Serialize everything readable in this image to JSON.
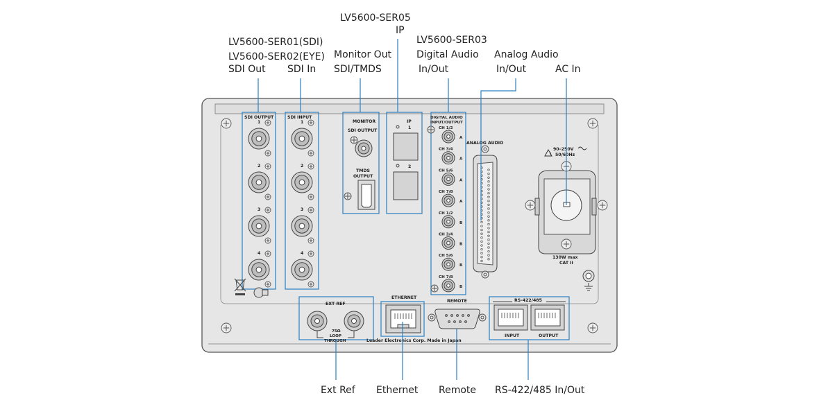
{
  "callouts": {
    "sdi_model_line1": "LV5600-SER01(SDI)",
    "sdi_model_line2": "LV5600-SER02(EYE)",
    "sdi_out": "SDI Out",
    "sdi_in": "SDI In",
    "monitor_out_line1": "Monitor Out",
    "monitor_out_line2": "SDI/TMDS",
    "ip_model": "LV5600-SER05",
    "ip": "IP",
    "digital_audio_model": "LV5600-SER03",
    "digital_audio_line1": "Digital Audio",
    "digital_audio_line2": "In/Out",
    "analog_audio_line1": "Analog Audio",
    "analog_audio_line2": "In/Out",
    "ac_in": "AC In",
    "ext_ref": "Ext Ref",
    "ethernet": "Ethernet",
    "remote": "Remote",
    "rs422": "RS-422/485 In/Out"
  },
  "panel": {
    "sdi_output": "SDI OUTPUT",
    "sdi_input": "SDI INPUT",
    "port_numbers": [
      "1",
      "2",
      "3",
      "4"
    ],
    "monitor": "MONITOR",
    "monitor_sdi_output": "SDI OUTPUT",
    "tmds_line1": "TMDS",
    "tmds_line2": "OUTPUT",
    "ip": "IP",
    "ip_port_1": "1",
    "ip_port_2": "2",
    "digital_audio_line1": "DIGITAL AUDIO",
    "digital_audio_line2": "INPUT/OUTPUT",
    "digital_channels": [
      {
        "ch": "CH 1/2",
        "bank": "A"
      },
      {
        "ch": "CH 3/4",
        "bank": "A"
      },
      {
        "ch": "CH 5/6",
        "bank": "A"
      },
      {
        "ch": "CH 7/8",
        "bank": "A"
      },
      {
        "ch": "CH 1/2",
        "bank": "B"
      },
      {
        "ch": "CH 3/4",
        "bank": "B"
      },
      {
        "ch": "CH 5/6",
        "bank": "B"
      },
      {
        "ch": "CH 7/8",
        "bank": "B"
      }
    ],
    "analog_audio": "ANALOG AUDIO",
    "voltage": "90–250V",
    "frequency": "50/60Hz",
    "power": "130W max",
    "category": "CAT II",
    "ext_ref": "EXT REF",
    "ohm": "75Ω",
    "loop": "LOOP",
    "through": "THROUGH",
    "ethernet": "ETHERNET",
    "remote": "REMOTE",
    "rs_header": "RS-422/485",
    "rs_input": "INPUT",
    "rs_output": "OUTPUT",
    "manufacturer": "Leader Electronics Corp. Made in Japan"
  }
}
